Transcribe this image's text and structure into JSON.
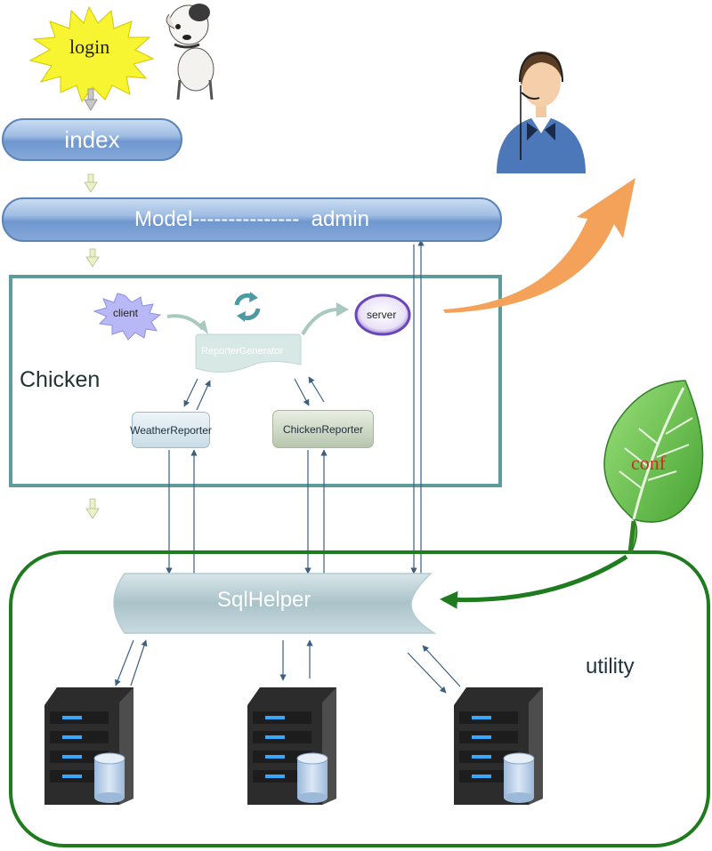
{
  "login": {
    "label": "login"
  },
  "index": {
    "label": "index"
  },
  "model_bar": {
    "label": "Model---------------  admin"
  },
  "chicken_group": {
    "label": "Chicken"
  },
  "client": {
    "label": "client"
  },
  "server": {
    "label": "server"
  },
  "reporter_generator": {
    "label": "ReporterGenerator"
  },
  "weather_reporter": {
    "label": "WeatherReporter"
  },
  "chicken_reporter": {
    "label": "ChickenReporter"
  },
  "sql_helper": {
    "label": "SqlHelper"
  },
  "utility_group": {
    "label": "utility"
  },
  "conf_leaf": {
    "label": "conf"
  },
  "icons": [
    "dog-icon",
    "user-headset-icon",
    "refresh-icon",
    "leaf-icon",
    "database-server-icon"
  ],
  "colors": {
    "container_teal": "#5e9b9b",
    "utility_green": "#1e7b1e",
    "orange_arrow": "#f4a25a",
    "bar_blue": "#7a9fd4"
  }
}
